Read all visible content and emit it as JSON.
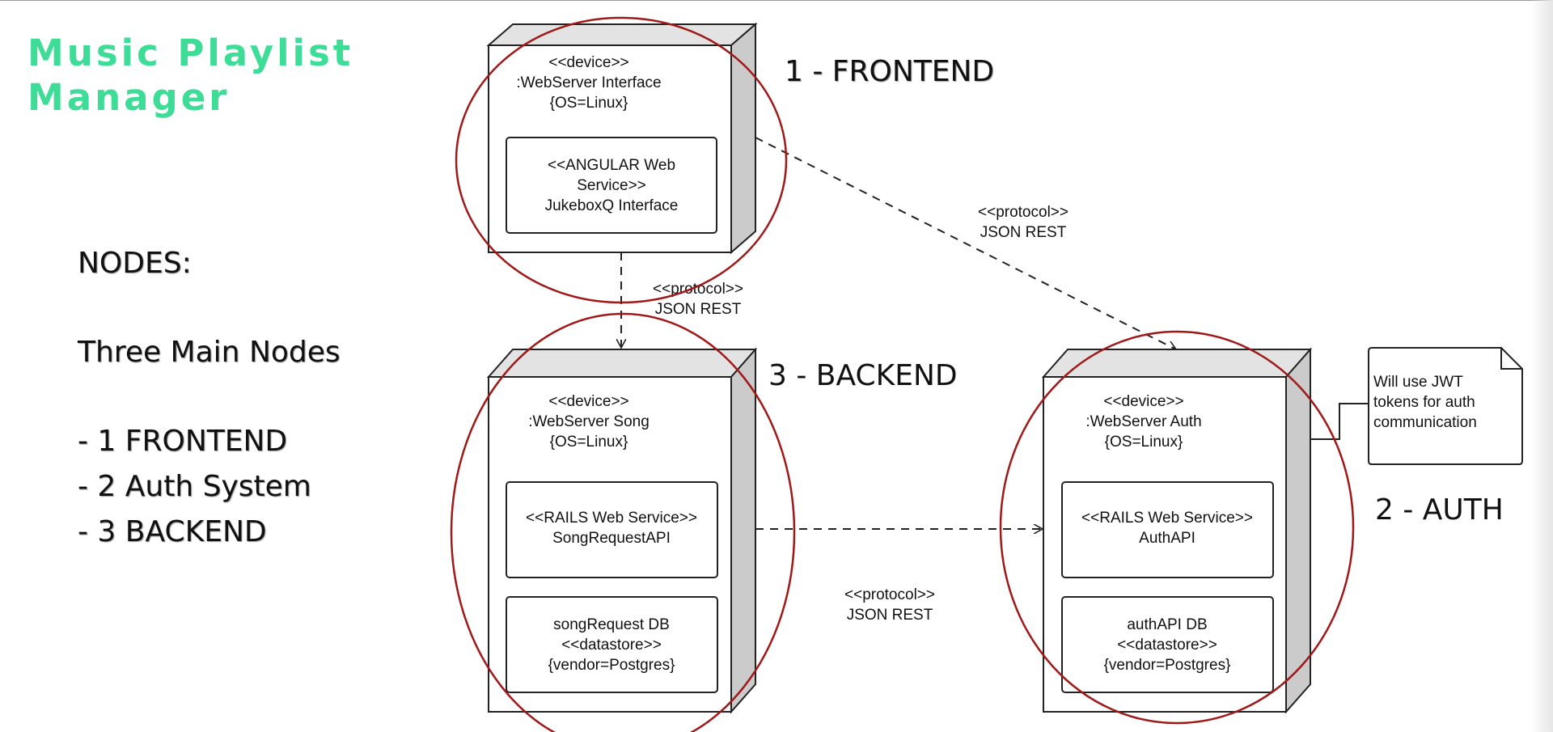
{
  "title": {
    "line1": "Music Playlist",
    "line2": "Manager"
  },
  "sidebar": {
    "heading": "NODES:",
    "subheading": "Three Main Nodes",
    "items": [
      "- 1 FRONTEND",
      "- 2 Auth System",
      "- 3 BACKEND"
    ]
  },
  "labels": {
    "frontend": "1 - FRONTEND",
    "backend": "3 - BACKEND",
    "auth": "2 - AUTH"
  },
  "nodes": {
    "frontend": {
      "lines": [
        "<<device>>",
        ":WebServer Interface",
        "{OS=Linux}"
      ],
      "component": [
        "<<ANGULAR Web",
        "Service>>",
        "JukeboxQ Interface"
      ]
    },
    "backend": {
      "lines": [
        "<<device>>",
        ":WebServer Song",
        "{OS=Linux}"
      ],
      "service": [
        "<<RAILS Web Service>>",
        "SongRequestAPI"
      ],
      "db": [
        "songRequest DB",
        "<<datastore>>",
        "{vendor=Postgres}"
      ]
    },
    "auth": {
      "lines": [
        "<<device>>",
        ":WebServer Auth",
        "{OS=Linux}"
      ],
      "service": [
        "<<RAILS Web Service>>",
        "AuthAPI"
      ],
      "db": [
        "authAPI DB",
        "<<datastore>>",
        "{vendor=Postgres}"
      ]
    }
  },
  "protocols": {
    "frontend_auth": [
      "<<protocol>>",
      "JSON REST"
    ],
    "frontend_backend": [
      "<<protocol>>",
      "JSON REST"
    ],
    "backend_auth": [
      "<<protocol>>",
      "JSON REST"
    ]
  },
  "note": [
    "Will use JWT",
    "tokens for auth",
    "communication"
  ],
  "colors": {
    "title": "#3ddc97",
    "highlight_circle": "#a01818",
    "node_face": "#ffffff",
    "node_top": "#e3e3e3",
    "node_side": "#cbcbcb",
    "line": "#222222"
  }
}
